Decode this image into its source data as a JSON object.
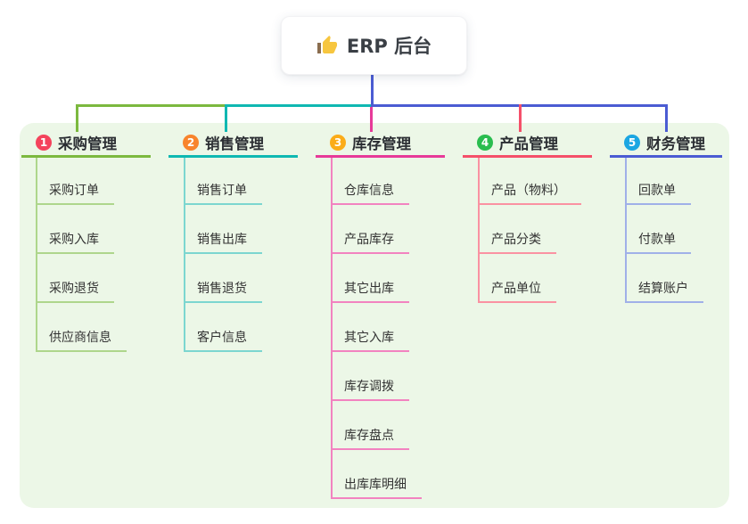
{
  "root": {
    "title": "ERP 后台",
    "icon": "thumbs-up"
  },
  "colors": {
    "panel_bg": "#ecf7e7",
    "root_stem": "#4b5cd3",
    "card_bg": "#ffffff",
    "header_text": "#2b2e33",
    "child_text": "#333333"
  },
  "branches": [
    {
      "index": "1",
      "label": "采购管理",
      "badge_color": "#f4435c",
      "line_color": "#7cb93f",
      "child_line_color": "#aed68c",
      "children": [
        "采购订单",
        "采购入库",
        "采购退货",
        "供应商信息"
      ]
    },
    {
      "index": "2",
      "label": "销售管理",
      "badge_color": "#f8842c",
      "line_color": "#0fb8b2",
      "child_line_color": "#7cd6d0",
      "children": [
        "销售订单",
        "销售出库",
        "销售退货",
        "客户信息"
      ]
    },
    {
      "index": "3",
      "label": "库存管理",
      "badge_color": "#fbac19",
      "line_color": "#e73a99",
      "child_line_color": "#f283c0",
      "children": [
        "仓库信息",
        "产品库存",
        "其它出库",
        "其它入库",
        "库存调拨",
        "库存盘点",
        "出库库明细"
      ]
    },
    {
      "index": "4",
      "label": "产品管理",
      "badge_color": "#2abd4f",
      "line_color": "#f5506a",
      "child_line_color": "#fa92a2",
      "children": [
        "产品（物料）",
        "产品分类",
        "产品单位"
      ]
    },
    {
      "index": "5",
      "label": "财务管理",
      "badge_color": "#1ba6e2",
      "line_color": "#4b5cd3",
      "child_line_color": "#a0b0e8",
      "children": [
        "回款单",
        "付款单",
        "结算账户"
      ]
    }
  ]
}
